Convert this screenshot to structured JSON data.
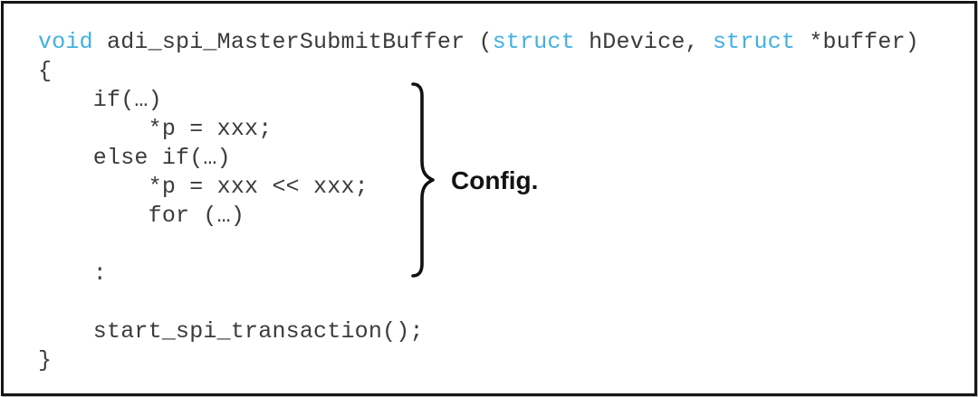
{
  "annotation": {
    "label": "Config."
  },
  "code": {
    "lines": [
      {
        "segments": [
          {
            "type": "keyword",
            "text": "void"
          },
          {
            "type": "plain",
            "text": " adi_spi_MasterSubmitBuffer ("
          },
          {
            "type": "keyword",
            "text": "struct"
          },
          {
            "type": "plain",
            "text": " hDevice, "
          },
          {
            "type": "keyword",
            "text": "struct"
          },
          {
            "type": "plain",
            "text": " *buffer)"
          }
        ]
      },
      {
        "segments": [
          {
            "type": "plain",
            "text": "{"
          }
        ]
      },
      {
        "segments": [
          {
            "type": "plain",
            "text": "    if(…)"
          }
        ]
      },
      {
        "segments": [
          {
            "type": "plain",
            "text": "        *p = xxx;"
          }
        ]
      },
      {
        "segments": [
          {
            "type": "plain",
            "text": "    else if(…)"
          }
        ]
      },
      {
        "segments": [
          {
            "type": "plain",
            "text": "        *p = xxx << xxx;"
          }
        ]
      },
      {
        "segments": [
          {
            "type": "plain",
            "text": "        for (…)"
          }
        ]
      },
      {
        "segments": [
          {
            "type": "plain",
            "text": ""
          }
        ]
      },
      {
        "segments": [
          {
            "type": "plain",
            "text": "    :"
          }
        ]
      },
      {
        "segments": [
          {
            "type": "plain",
            "text": ""
          }
        ]
      },
      {
        "segments": [
          {
            "type": "plain",
            "text": "    start_spi_transaction();"
          }
        ]
      },
      {
        "segments": [
          {
            "type": "plain",
            "text": "}"
          }
        ]
      }
    ]
  },
  "colors": {
    "keyword": "#41b0e3",
    "code_text": "#3b3b3b",
    "annotation_text": "#121212",
    "border": "#161616",
    "background": "#ffffff"
  }
}
